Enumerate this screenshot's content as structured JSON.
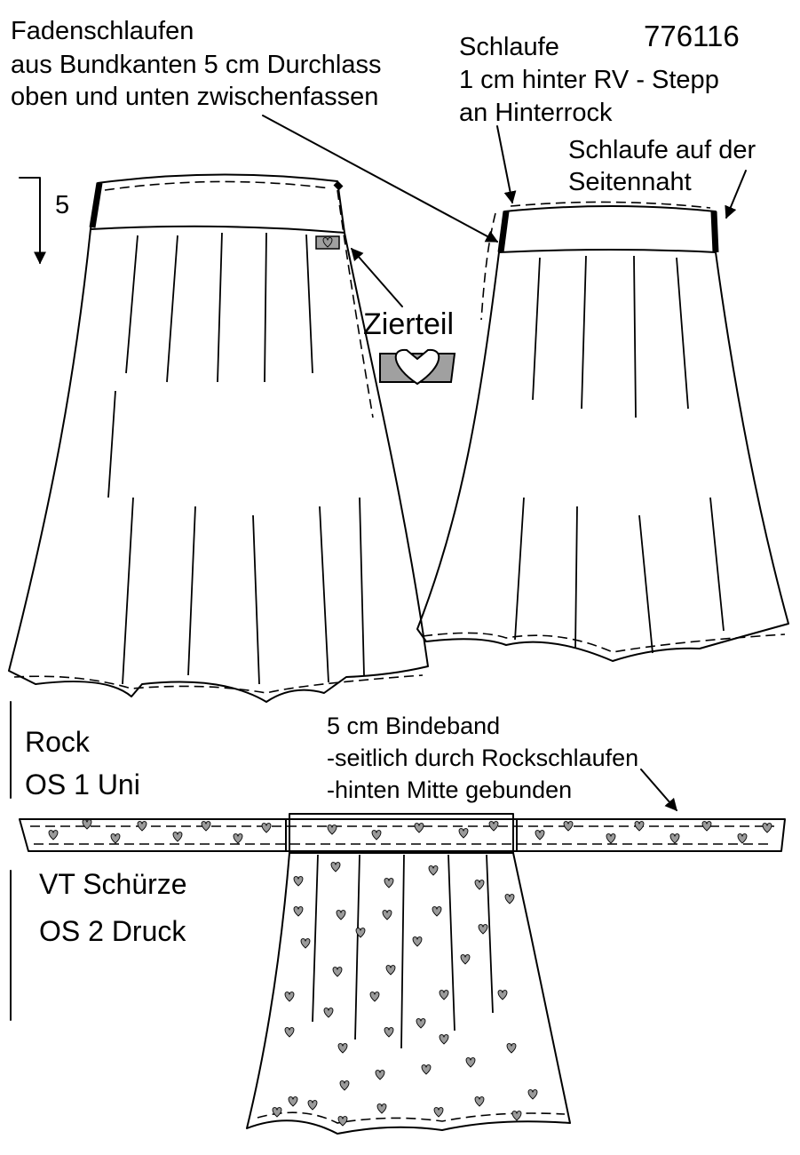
{
  "model_number": "776116",
  "labels": {
    "thread_loops": [
      "Fadenschlaufen",
      "aus Bundkanten 5 cm Durchlass",
      "oben und unten zwischenfassen"
    ],
    "loop_back": [
      "Schlaufe",
      "1 cm hinter RV - Stepp",
      "an Hinterrock"
    ],
    "loop_side": [
      "Schlaufe auf der",
      "Seitennaht"
    ],
    "waistband_width": "5",
    "ornament": "Zierteil",
    "tie_band": [
      "5 cm Bindeband",
      "-seitlich durch Rockschlaufen",
      "-hinten Mitte gebunden"
    ],
    "skirt": [
      "Rock",
      "OS 1 Uni"
    ],
    "apron": [
      "VT Schürze",
      "OS 2 Druck"
    ]
  },
  "icons": {
    "heart": "heart-icon",
    "arrow": "arrow-pointer-icon"
  },
  "colors": {
    "line": "#000000",
    "ornament_fill": "#a0a0a0",
    "print_motif": "#9a9a9a"
  }
}
